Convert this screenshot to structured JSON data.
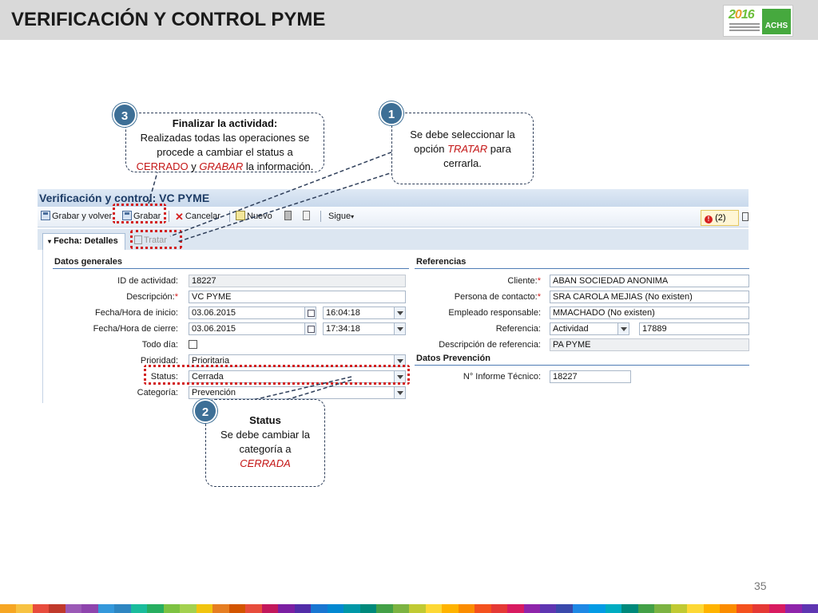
{
  "slide": {
    "title": "VERIFICACIÓN Y CONTROL PYME",
    "logo_year": "2016",
    "logo_brand": "ACHS",
    "page_number": "35"
  },
  "window": {
    "title": "Verificación y control: VC PYME"
  },
  "toolbar": {
    "save_and_back": "Grabar y volver",
    "save": "Grabar",
    "cancel": "Cancelar",
    "new": "Nuevo",
    "more": "Sigue",
    "messages": "(2)"
  },
  "tabs": {
    "details": "Fecha: Detalles",
    "tratar": "Tratar"
  },
  "general": {
    "section": "Datos generales",
    "id_label": "ID de actividad:",
    "id_value": "18227",
    "desc_label": "Descripción:",
    "desc_value": "VC PYME",
    "start_label": "Fecha/Hora de inicio:",
    "start_date": "03.06.2015",
    "start_time": "16:04:18",
    "end_label": "Fecha/Hora de cierre:",
    "end_date": "03.06.2015",
    "end_time": "17:34:18",
    "allday_label": "Todo día:",
    "priority_label": "Prioridad:",
    "priority_value": "Prioritaria",
    "status_label": "Status:",
    "status_value": "Cerrada",
    "category_label": "Categoría:",
    "category_value": "Prevención"
  },
  "references": {
    "section": "Referencias",
    "client_label": "Cliente:",
    "client_value": "ABAN SOCIEDAD ANONIMA",
    "contact_label": "Persona de contacto:",
    "contact_value": "SRA CAROLA MEJIAS (No existen)",
    "employee_label": "Empleado responsable:",
    "employee_value": "MMACHADO (No existen)",
    "ref_label": "Referencia:",
    "ref_type": "Actividad",
    "ref_number": "17889",
    "refdesc_label": "Descripción de referencia:",
    "refdesc_value": "PA PYME",
    "prev_section": "Datos Prevención",
    "report_label": "N° Informe Técnico:",
    "report_value": "18227"
  },
  "callouts": {
    "c3": {
      "badge": "3",
      "title": "Finalizar la actividad:",
      "line1": "Realizadas todas las operaciones se",
      "line2": "procede a cambiar el status a",
      "w_cerrado": "CERRADO",
      "w_y": " y ",
      "w_grabar": "GRABAR",
      "w_rest": " la información."
    },
    "c1": {
      "badge": "1",
      "line1": "Se debe seleccionar la",
      "w_opcion": "opción ",
      "w_tratar": "TRATAR",
      "w_para": " para",
      "line3": "cerrarla."
    },
    "c2": {
      "badge": "2",
      "title": "Status",
      "line1": "Se debe cambiar la",
      "line2": "categoría a",
      "w_cerrada": "CERRADA"
    }
  },
  "colors": {
    "title_bar": "#d9d9d9",
    "badge": "#3d6f96",
    "highlight": "#d21d1d",
    "strip": [
      "#f6a623",
      "#f7c242",
      "#e84c3d",
      "#c0392b",
      "#9b59b6",
      "#8e44ad",
      "#3498db",
      "#2e86c1",
      "#1abc9c",
      "#27ae60",
      "#7dc242",
      "#a3d14f",
      "#f1c40f",
      "#e67e22",
      "#d35400",
      "#e74c3c",
      "#c2185b",
      "#7b1fa2",
      "#512da8",
      "#1976d2",
      "#0288d1",
      "#0097a7",
      "#00897b",
      "#43a047",
      "#7cb342",
      "#c0ca33",
      "#fdd835",
      "#ffb300",
      "#fb8c00",
      "#f4511e",
      "#e53935",
      "#d81b60",
      "#8e24aa",
      "#5e35b1",
      "#3949ab",
      "#1e88e5",
      "#039be5",
      "#00acc1",
      "#00897b",
      "#43a047",
      "#7cb342",
      "#c0ca33",
      "#fdd835",
      "#ffb300",
      "#fb8c00",
      "#f4511e",
      "#e53935",
      "#d81b60",
      "#8e24aa",
      "#5e35b1"
    ]
  }
}
